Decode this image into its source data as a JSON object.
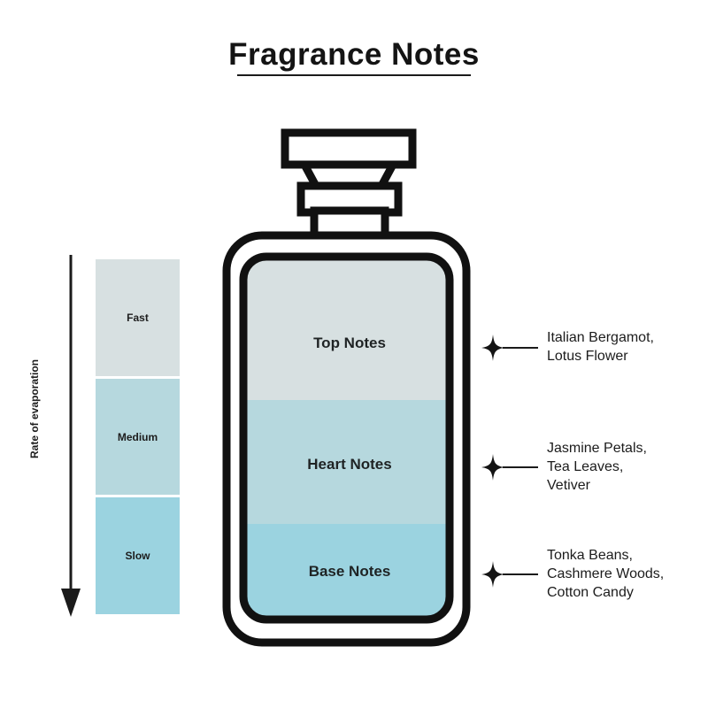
{
  "header": {
    "title": "Fragrance Notes"
  },
  "axis": {
    "label": "Rate of evaporation",
    "arrow_direction": "down",
    "arrow_icon": "down-arrow-icon"
  },
  "legend": {
    "items": [
      {
        "label": "Fast",
        "color": "#d7e0e1"
      },
      {
        "label": "Medium",
        "color": "#b6d8de"
      },
      {
        "label": "Slow",
        "color": "#9bd3e0"
      }
    ]
  },
  "bottle": {
    "outline_color": "#111111",
    "cap_fill": "#ffffff",
    "layers": [
      {
        "name": "top",
        "label": "Top Notes",
        "color": "#d7e0e1"
      },
      {
        "name": "heart",
        "label": "Heart Notes",
        "color": "#b6d8de"
      },
      {
        "name": "base",
        "label": "Base Notes",
        "color": "#9bd3e0"
      }
    ]
  },
  "callouts": [
    {
      "layer": "top",
      "marker_icon": "sparkle-star-icon",
      "ingredients": [
        "Italian Bergamot,",
        "Lotus Flower"
      ],
      "text": "Italian Bergamot,\nLotus Flower"
    },
    {
      "layer": "heart",
      "marker_icon": "sparkle-star-icon",
      "ingredients": [
        "Jasmine Petals,",
        "Tea Leaves,",
        "Vetiver"
      ],
      "text": "Jasmine Petals,\nTea Leaves,\nVetiver"
    },
    {
      "layer": "base",
      "marker_icon": "sparkle-star-icon",
      "ingredients": [
        "Tonka Beans,",
        "Cashmere Woods,",
        "Cotton Candy"
      ],
      "text": "Tonka Beans,\nCashmere Woods,\nCotton Candy"
    }
  ],
  "chart_data": {
    "type": "bar",
    "title": "Fragrance Notes",
    "xlabel": "",
    "ylabel": "Rate of evaporation",
    "categories": [
      "Top Notes",
      "Heart Notes",
      "Base Notes"
    ],
    "series": [
      {
        "name": "Rate of evaporation",
        "values": [
          "Fast",
          "Medium",
          "Slow"
        ]
      }
    ],
    "annotations": [
      "Italian Bergamot, Lotus Flower",
      "Jasmine Petals, Tea Leaves, Vetiver",
      "Tonka Beans, Cashmere Woods, Cotton Candy"
    ],
    "colors": [
      "#d7e0e1",
      "#b6d8de",
      "#9bd3e0"
    ],
    "grid": false,
    "legend_position": "left"
  }
}
